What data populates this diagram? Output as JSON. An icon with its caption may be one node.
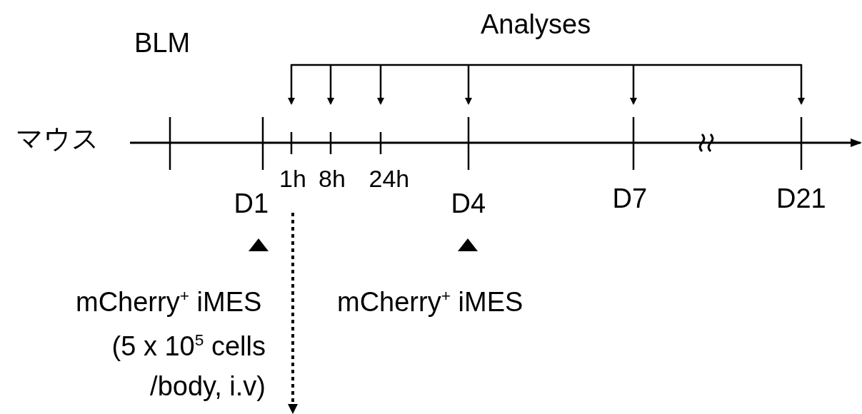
{
  "diagram": {
    "labels": [
      "BLM",
      "Analyses",
      "マウス",
      "1h",
      "8h",
      "24h",
      "D1",
      "D4",
      "D7",
      "D21",
      "mCherry$^{+}$ iMES",
      "(5 x 10$^{5}$ cells /body, i.v)",
      "mCherry$^{+}$ iMES"
    ]
  }
}
